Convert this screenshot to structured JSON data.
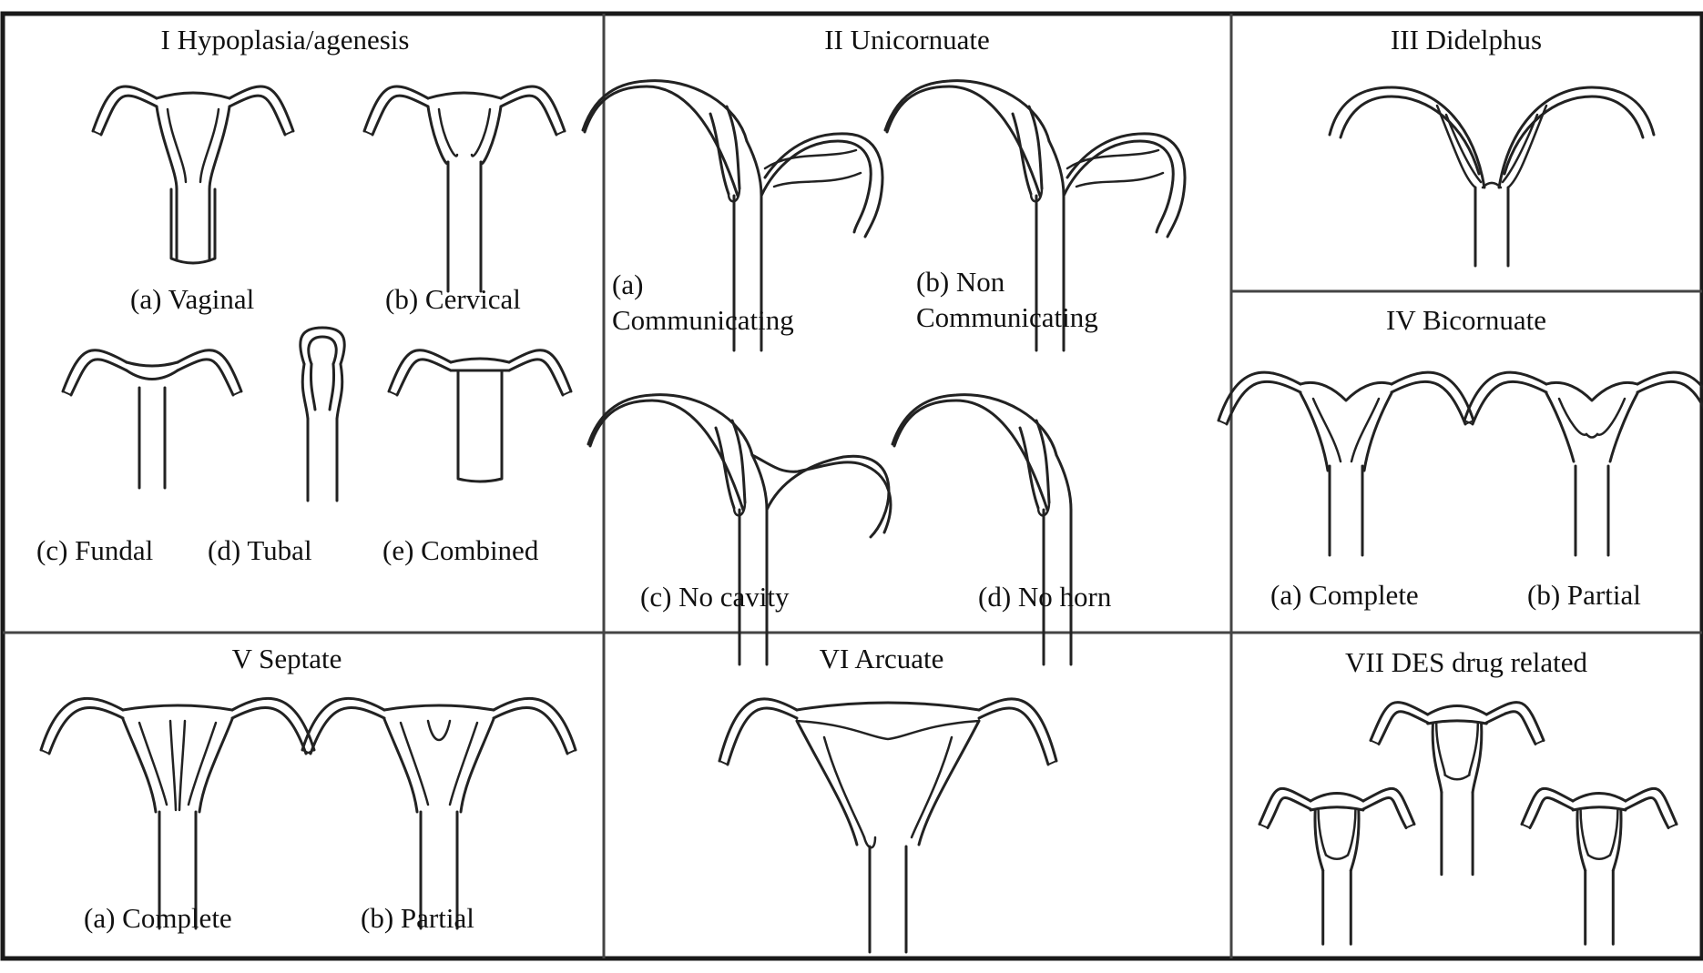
{
  "colors": {
    "ink": "#222222",
    "frame": "#1a1a1a",
    "divider": "#444444",
    "background": "#ffffff"
  },
  "panels": {
    "p1": {
      "title": "I Hypoplasia/agenesis",
      "labels": [
        "(a) Vaginal",
        "(b) Cervical",
        "(c) Fundal",
        "(d) Tubal",
        "(e) Combined"
      ]
    },
    "p2": {
      "title": "II Unicornuate",
      "labels": [
        "(a)",
        "Communicating",
        "(b) Non",
        "Communicating",
        "(c) No cavity",
        "(d) No horn"
      ]
    },
    "p3": {
      "title": "III Didelphus",
      "labels": []
    },
    "p4": {
      "title": "IV Bicornuate",
      "labels": [
        "(a) Complete",
        "(b) Partial"
      ]
    },
    "p5": {
      "title": "V Septate",
      "labels": [
        "(a) Complete",
        "(b) Partial"
      ]
    },
    "p6": {
      "title": "VI Arcuate",
      "labels": []
    },
    "p7": {
      "title": "VII DES drug related",
      "labels": []
    }
  }
}
